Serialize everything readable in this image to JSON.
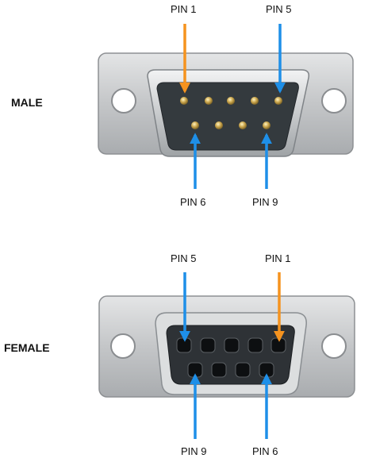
{
  "male": {
    "label": "MALE",
    "top_left_pin": "PIN 1",
    "top_right_pin": "PIN 5",
    "bottom_left_pin": "PIN 6",
    "bottom_right_pin": "PIN 9"
  },
  "female": {
    "label": "FEMALE",
    "top_left_pin": "PIN 5",
    "top_right_pin": "PIN 1",
    "bottom_left_pin": "PIN 9",
    "bottom_right_pin": "PIN 6"
  },
  "colors": {
    "pin1_arrow": "#f5931f",
    "other_arrow": "#1e8fe8",
    "metal": "#c9cbcd",
    "housing": "#34393d"
  }
}
